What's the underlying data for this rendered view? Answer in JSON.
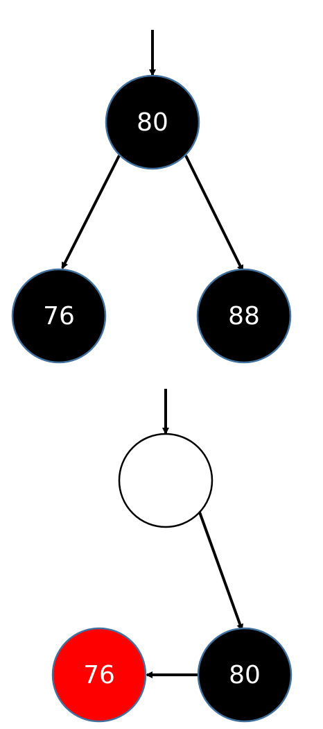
{
  "colors": {
    "black_node": "#000000",
    "black_node_border": "#41719C",
    "red_node": "#FF0000",
    "red_node_border": "#41719C",
    "empty_node": "#FFFFFF",
    "empty_node_border": "#000000",
    "label_color": "#FFFFFF",
    "edge_color": "#000000"
  },
  "tree_top": {
    "root": {
      "label": "80",
      "color": "black"
    },
    "left": {
      "label": "76",
      "color": "black"
    },
    "right": {
      "label": "88",
      "color": "black"
    }
  },
  "tree_bottom": {
    "root": {
      "label": "",
      "color": "empty"
    },
    "right": {
      "label": "80",
      "color": "black"
    },
    "left_of_right": {
      "label": "76",
      "color": "red"
    }
  }
}
